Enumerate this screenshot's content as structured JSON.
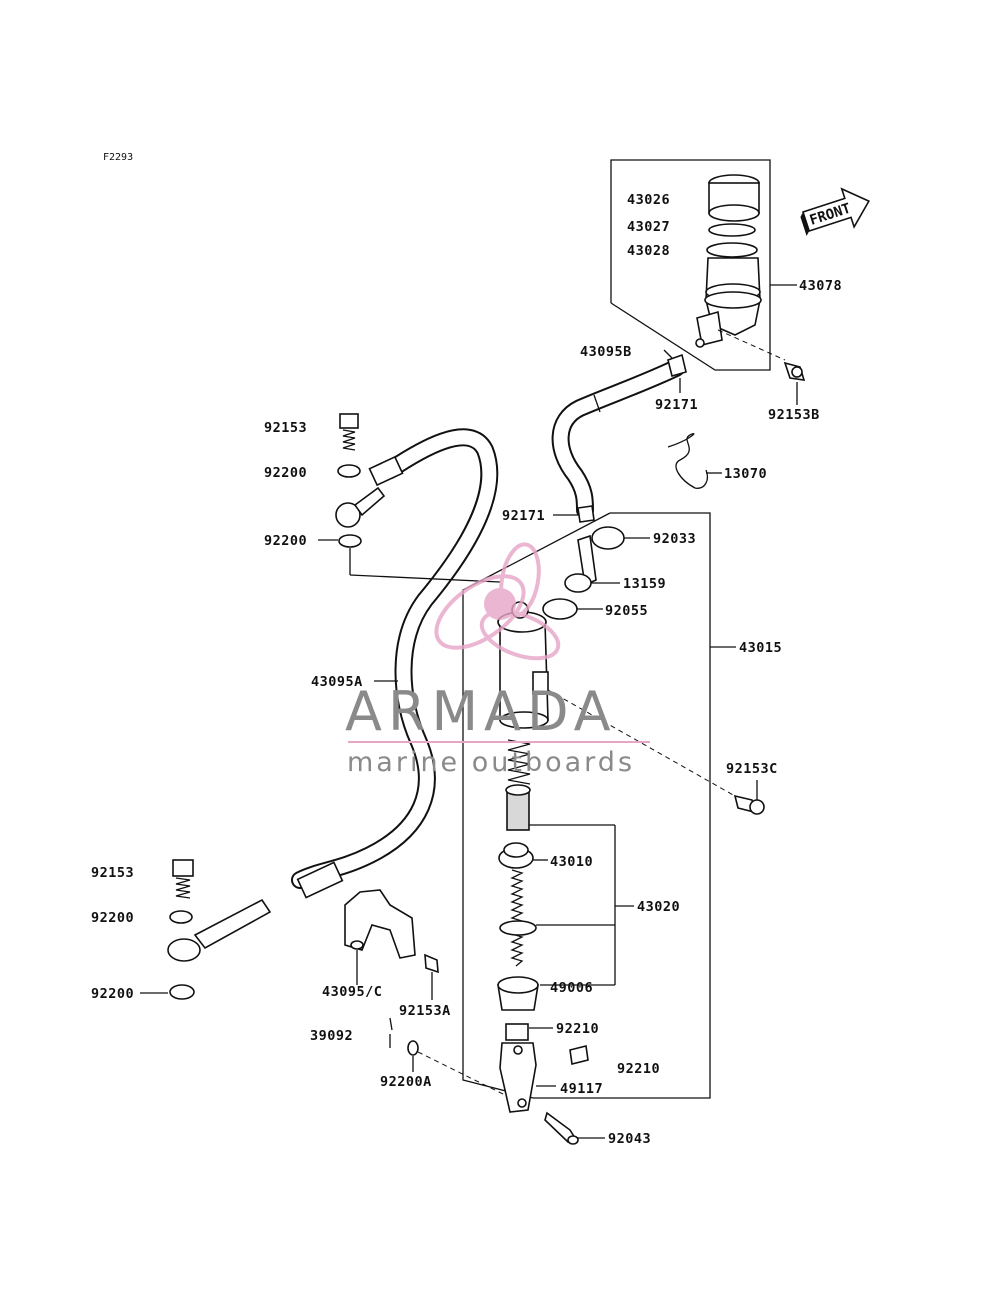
{
  "diagram": {
    "code": "F2293",
    "front_arrow_text": "FRONT",
    "labels": {
      "p43026": "43026",
      "p43027": "43027",
      "p43028": "43028",
      "p43078": "43078",
      "p43095b": "43095B",
      "p92171_top": "92171",
      "p92153b": "92153B",
      "p92153_top": "92153",
      "p92200_top": "92200",
      "p13070": "13070",
      "p92171_mid": "92171",
      "p92033": "92033",
      "p92200_mid": "92200",
      "p13159": "13159",
      "p92055": "92055",
      "p43015": "43015",
      "p43095a": "43095A",
      "p92153c": "92153C",
      "p43010": "43010",
      "p43020": "43020",
      "p92153_bot": "92153",
      "p92200_bot": "92200",
      "p49006": "49006",
      "p92200_bot2": "92200",
      "p43095c": "43095/C",
      "p92153a": "92153A",
      "p92210_a": "92210",
      "p39092": "39092",
      "p92210_b": "92210",
      "p49117": "49117",
      "p92200a": "92200A",
      "p92043": "92043"
    }
  },
  "watermark": {
    "title": "ARMADA",
    "subtitle": "marine outboards",
    "colors": {
      "text": "#8a8a8a",
      "logo": "#e7a5c8"
    }
  }
}
